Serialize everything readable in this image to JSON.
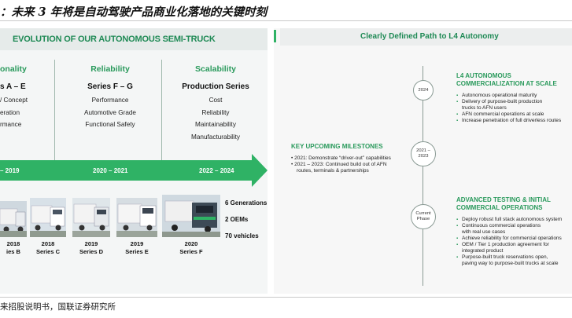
{
  "header": {
    "title": "：未来 3 年将是自动驾驶产品商业化落地的关键时刻"
  },
  "footer": {
    "source": "来招股说明书，国联证券研究所"
  },
  "left_panel": {
    "title": "EVOLUTION OF OUR AUTONOMOUS SEMI-TRUCK",
    "columns": [
      {
        "heading": "onality",
        "subheading": "s A – E",
        "items": [
          "/ Concept",
          "eration",
          "rmance"
        ],
        "period": "– 2019"
      },
      {
        "heading": "Reliability",
        "subheading": "Series F – G",
        "items": [
          "Performance",
          "Automotive Grade",
          "Functional Safety"
        ],
        "period": "2020 – 2021"
      },
      {
        "heading": "Scalability",
        "subheading": "Production Series",
        "items": [
          "Cost",
          "Reliability",
          "Maintainability",
          "Manufacturability"
        ],
        "period": "2022 – 2024"
      }
    ],
    "trucks": [
      {
        "year": "2018",
        "series": "ies B"
      },
      {
        "year": "2018",
        "series": "Series C"
      },
      {
        "year": "2019",
        "series": "Series D"
      },
      {
        "year": "2019",
        "series": "Series E"
      },
      {
        "year": "2020",
        "series": "Series F"
      }
    ],
    "stats": [
      "6 Generations",
      "2 OEMs",
      "70 vehicles"
    ]
  },
  "right_panel": {
    "title": "Clearly Defined Path to L4 Autonomy",
    "nodes": [
      "2024",
      "2021 – 2023",
      "Current Phase"
    ],
    "node_lines": [
      [
        "2024"
      ],
      [
        "2021 –",
        "2023"
      ],
      [
        "Current",
        "Phase"
      ]
    ],
    "l4": {
      "heading": [
        "L4 AUTONOMOUS",
        "COMMERCIALIZATION AT SCALE"
      ],
      "items": [
        [
          "Autonomous operational maturity"
        ],
        [
          "Delivery of purpose-built production",
          "trucks to AFN users"
        ],
        [
          "AFN commercial operations at scale"
        ],
        [
          "Increase penetration of full driverless routes"
        ]
      ]
    },
    "milestones": {
      "heading": "KEY UPCOMING MILESTONES",
      "items": [
        [
          "2021: Demonstrate “driver-out” capabilities"
        ],
        [
          "2021 – 2023: Continued build out of AFN",
          "routes, terminals & partnerships"
        ]
      ]
    },
    "testing": {
      "heading": [
        "ADVANCED TESTING & INITIAL",
        "COMMERCIAL OPERATIONS"
      ],
      "items": [
        [
          "Deploy robust full stack autonomous system"
        ],
        [
          "Continuous commercial operations",
          "with real use cases"
        ],
        [
          "Achieve reliability for commercial operations"
        ],
        [
          "OEM / Tier 1 production agreement for",
          "integrated product"
        ],
        [
          "Purpose-built truck reservations open,",
          "paving way to purpose-built trucks at scale"
        ]
      ]
    }
  },
  "colors": {
    "accent_green": "#2a9a5c",
    "arrow_green": "#2fb265",
    "timeline_gray": "#8a9a94"
  }
}
